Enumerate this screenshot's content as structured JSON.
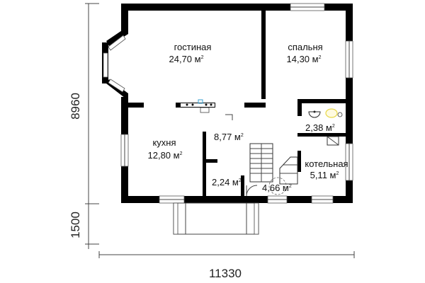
{
  "rooms": {
    "living": {
      "name": "гостиная",
      "area": "24,70 м",
      "sup": "2"
    },
    "bedroom": {
      "name": "спальня",
      "area": "14,30 м",
      "sup": "2"
    },
    "kitchen": {
      "name": "кухня",
      "area": "12,80 м",
      "sup": "2"
    },
    "hall": {
      "area": "8,77 м",
      "sup": "2"
    },
    "bathroom": {
      "area": "2,38 м",
      "sup": "2"
    },
    "boiler": {
      "name": "котельная",
      "area": "5,11 м",
      "sup": "2"
    },
    "vestibule": {
      "area": "2,24 м",
      "sup": "2"
    },
    "stairs": {
      "area": "4,66 м",
      "sup": "2"
    }
  },
  "dimensions": {
    "width": "11330",
    "height": "8960",
    "porch_depth": "1500"
  },
  "colors": {
    "wall": "#000000",
    "fixture_accent": "#e8d84a"
  }
}
